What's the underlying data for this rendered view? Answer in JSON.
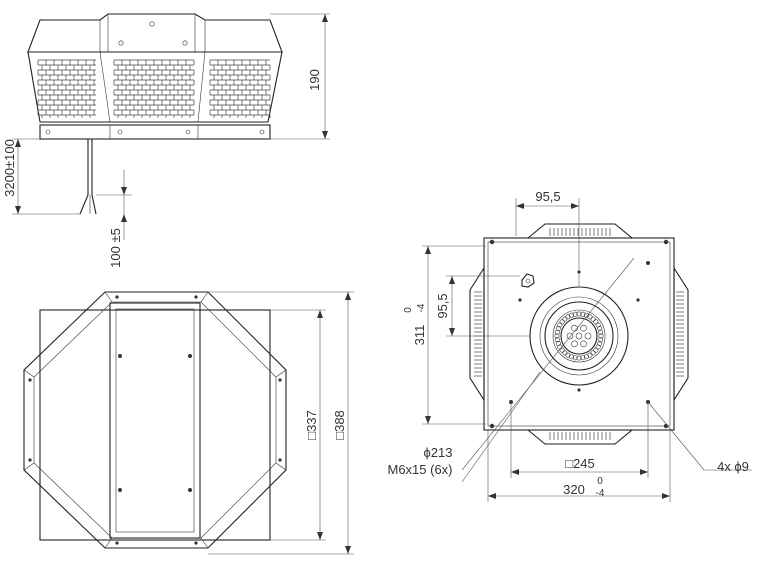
{
  "side_view": {
    "height_label": "190",
    "cable_length_label": "3200±100",
    "cable_strip_label": "100 ±5"
  },
  "top_view": {
    "inner_square_label": "□337",
    "outer_square_label": "□388"
  },
  "bottom_view": {
    "offset_top_label": "95,5",
    "offset_side_label": "95,5",
    "height_label": "311",
    "height_tol_upper": "0",
    "height_tol_lower": "-4",
    "bolt_circle_label": "ϕ213",
    "screw_label": "M6x15 (6x)",
    "square_label": "□245",
    "width_label": "320",
    "width_tol_upper": "0",
    "width_tol_lower": "-4",
    "holes_label": "4x ϕ9"
  }
}
